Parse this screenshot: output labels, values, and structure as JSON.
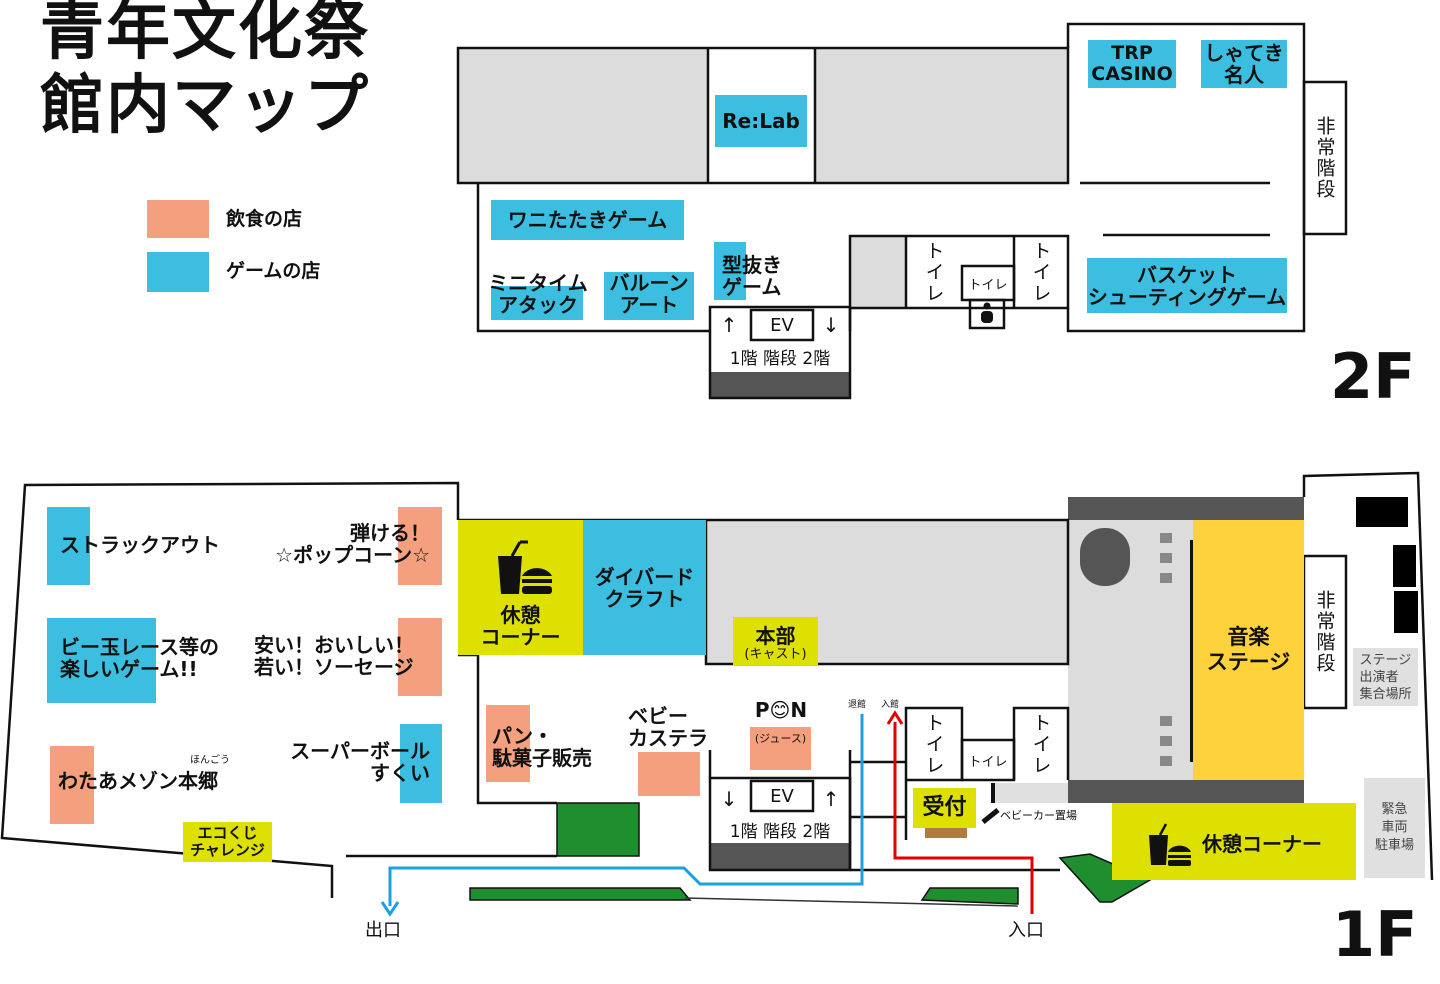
{
  "title": {
    "line1": "青年文化祭",
    "line2": "館内マップ"
  },
  "legend": [
    {
      "label": "飲食の店",
      "color": "#F4A07E"
    },
    {
      "label": "ゲームの店",
      "color": "#3BBEE0"
    }
  ],
  "floor2": {
    "label": "2F",
    "rooms": {
      "relab": "Re:Lab",
      "trp_casino": "TRP\nCASINO",
      "shateki": "しゃてき\n名人",
      "emergency_stairs": "非常階段",
      "wani": "ワニたたきゲーム",
      "minitime": "ミニタイム\nアタック",
      "balloon": "バルーン\nアート",
      "katanuki": "型抜き\nゲーム",
      "basket": "バスケット\nシューティングゲーム",
      "toilet_left": "トイレ",
      "toilet_center": "トイレ",
      "toilet_right": "トイレ",
      "ev": "EV",
      "arrow_up": "↑",
      "arrow_down": "↓",
      "stairs": "1階 階段 2階"
    }
  },
  "floor1": {
    "label": "1F",
    "rooms": {
      "struck_out": "ストラックアウト",
      "popcorn": "弾ける！\n☆ポップコーン☆",
      "biidama": "ビー玉レース等の\n楽しいゲーム!!",
      "sausage": "安い！おいしい！\n若い！ソーセージ",
      "wataame": "わたあメゾン本郷",
      "wataame_ruby": "ほんごう",
      "superball": "スーパーボール\nすくい",
      "ekokuji": "エコくじ\nチャレンジ",
      "rest_corner": "休憩\nコーナー",
      "daibird": "ダイバード\nクラフト",
      "honbu": "本部",
      "honbu_sub": "(キャスト)",
      "music_stage": "音楽\nステージ",
      "emergency_stairs": "非常階段",
      "stage_gathering": "ステージ\n出演者\n集合場所",
      "emergency_parking": "緊急\n車両\n駐車場",
      "rest_corner_right": "休憩コーナー",
      "pan": "パン・\n駄菓子販売",
      "baby_castella": "ベビー\nカステラ",
      "pon": "P😊N",
      "pon_sub": "(ジュース)",
      "ev": "EV",
      "arrow_up": "↑",
      "arrow_down": "↓",
      "stairs": "1階 階段 2階",
      "toilet_left": "トイレ",
      "toilet_center": "トイレ",
      "toilet_right": "トイレ",
      "reception": "受付",
      "stroller": "ベビーカー置場",
      "exit_lane": "退館",
      "enter_lane": "入館",
      "exit": "出口",
      "entrance": "入口"
    }
  },
  "colors": {
    "food": "#F4A07E",
    "game": "#3BBEE0",
    "rest": "#DDE000",
    "stage": "#FDD23A",
    "exit_path": "#1BA1E2",
    "entry_path": "#E00000"
  }
}
